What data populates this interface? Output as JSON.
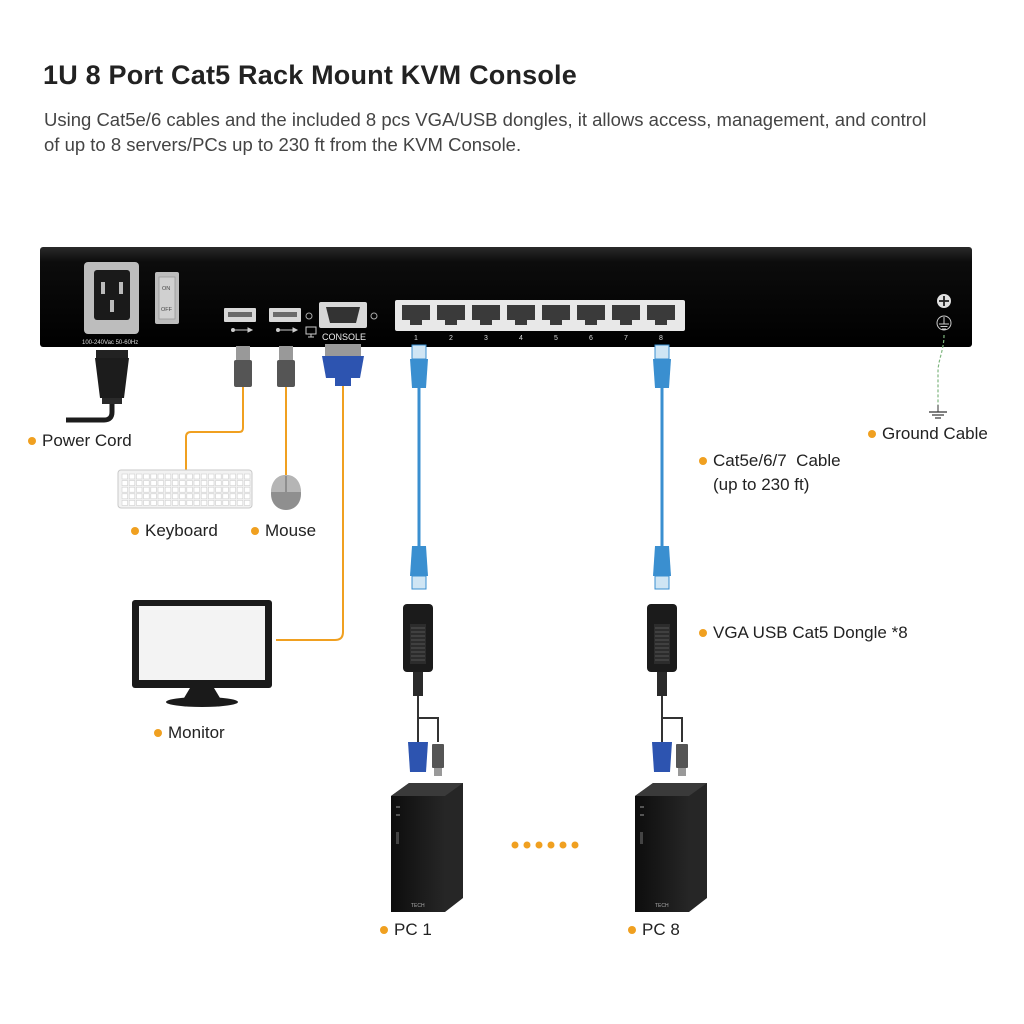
{
  "title": "1U 8 Port Cat5 Rack Mount KVM Console",
  "description": "Using Cat5e/6 cables and the included 8 pcs VGA/USB dongles, it allows access, management, and control of up to 8 servers/PCs up to 230 ft from the KVM Console.",
  "panel": {
    "power_rating": "100-240Vac 50-60Hz",
    "switch_on": "ON",
    "switch_off": "OFF",
    "console_label": "CONSOLE",
    "port_numbers": [
      "1",
      "2",
      "3",
      "4",
      "5",
      "6",
      "7",
      "8"
    ]
  },
  "labels": {
    "power_cord": "Power Cord",
    "keyboard": "Keyboard",
    "mouse": "Mouse",
    "monitor": "Monitor",
    "cable_line1": "Cat5e/6/7  Cable",
    "cable_line2": "(up to 230 ft)",
    "ground_cable": "Ground Cable",
    "dongle": "VGA USB Cat5 Dongle *8",
    "pc1": "PC 1",
    "pc8": "PC 8"
  },
  "pc_brand": "TECH",
  "colors": {
    "bullet": "#f0a020",
    "cat_cable": "#3a8fd0",
    "usb_wire": "#f0a020",
    "panel": "#111111",
    "vga_connector": "#2d54b0"
  },
  "icons": [
    "usb-icon",
    "monitor-icon",
    "ground-symbol-icon",
    "plus-screw-icon"
  ]
}
